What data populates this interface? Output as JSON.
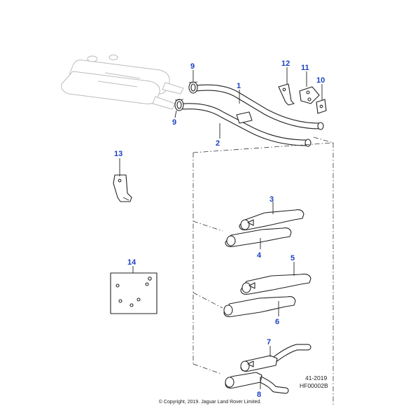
{
  "callouts": {
    "c1": "1",
    "c2": "2",
    "c3": "3",
    "c4": "4",
    "c5": "5",
    "c6": "6",
    "c7": "7",
    "c8": "8",
    "c9a": "9",
    "c9b": "9",
    "c10": "10",
    "c11": "11",
    "c12": "12",
    "c13": "13",
    "c14": "14"
  },
  "reference": {
    "section": "41-2019",
    "illustration_id": "HF00002B"
  },
  "copyright": "© Copyright, 2019. Jaguar Land Rover Limited.",
  "colors": {
    "callout": "#1a3fc4",
    "line": "#222222",
    "ghost": "#bcbcbc"
  }
}
